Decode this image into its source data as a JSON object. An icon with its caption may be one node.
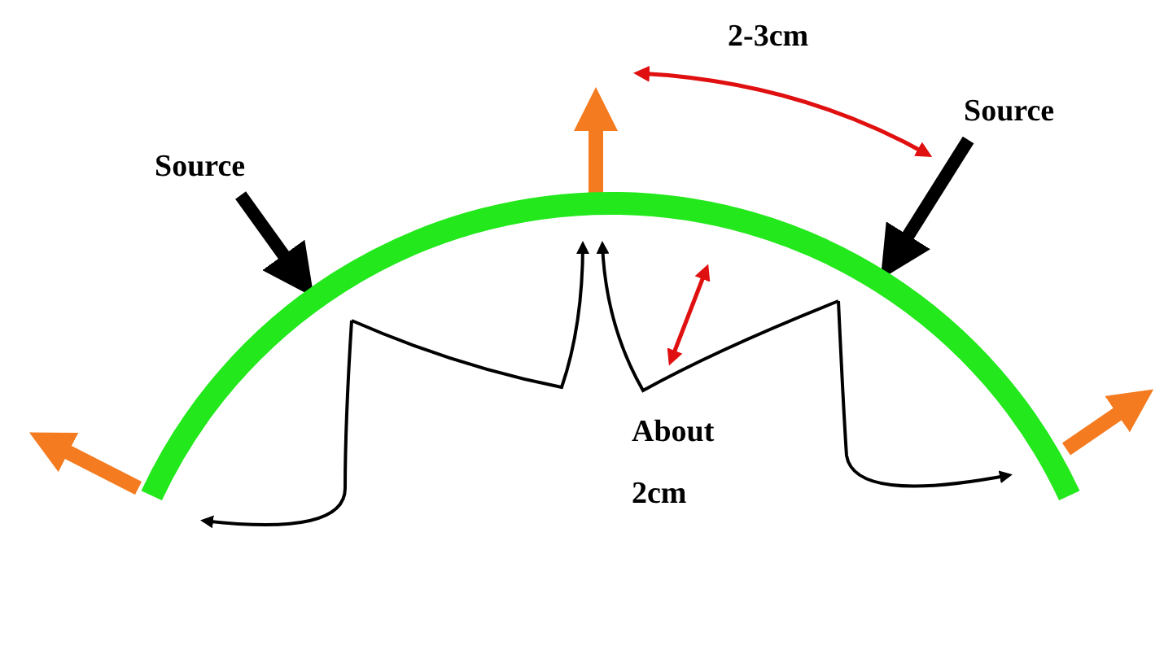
{
  "diagram": {
    "nodes": [
      {
        "text": [
          "Source"
        ]
      },
      {
        "text": [
          "Source"
        ]
      },
      {
        "text": [],
        "shape": "arc"
      }
    ],
    "edges": [
      {
        "from": 0,
        "to": 2,
        "arrow": "to"
      },
      {
        "from": 1,
        "to": 2,
        "arrow": "to"
      }
    ],
    "labels": [
      "2-3cm",
      "About 2cm"
    ]
  }
}
